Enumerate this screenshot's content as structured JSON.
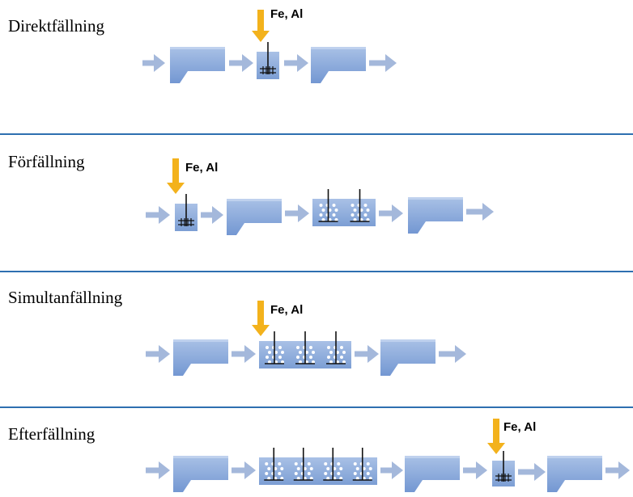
{
  "colors": {
    "flow": "#a4b8db",
    "tank_light": "#a9c1e6",
    "tank_dark": "#6f93cf",
    "chemical_arrow": "#f3b21c",
    "divider": "#2e6fb0",
    "stirrer": "#111111"
  },
  "chemical_label": "Fe, Al",
  "sections": [
    {
      "title": "Direktfällning"
    },
    {
      "title": "Förfällning"
    },
    {
      "title": "Simultanfällning"
    },
    {
      "title": "Efterfällning"
    }
  ]
}
